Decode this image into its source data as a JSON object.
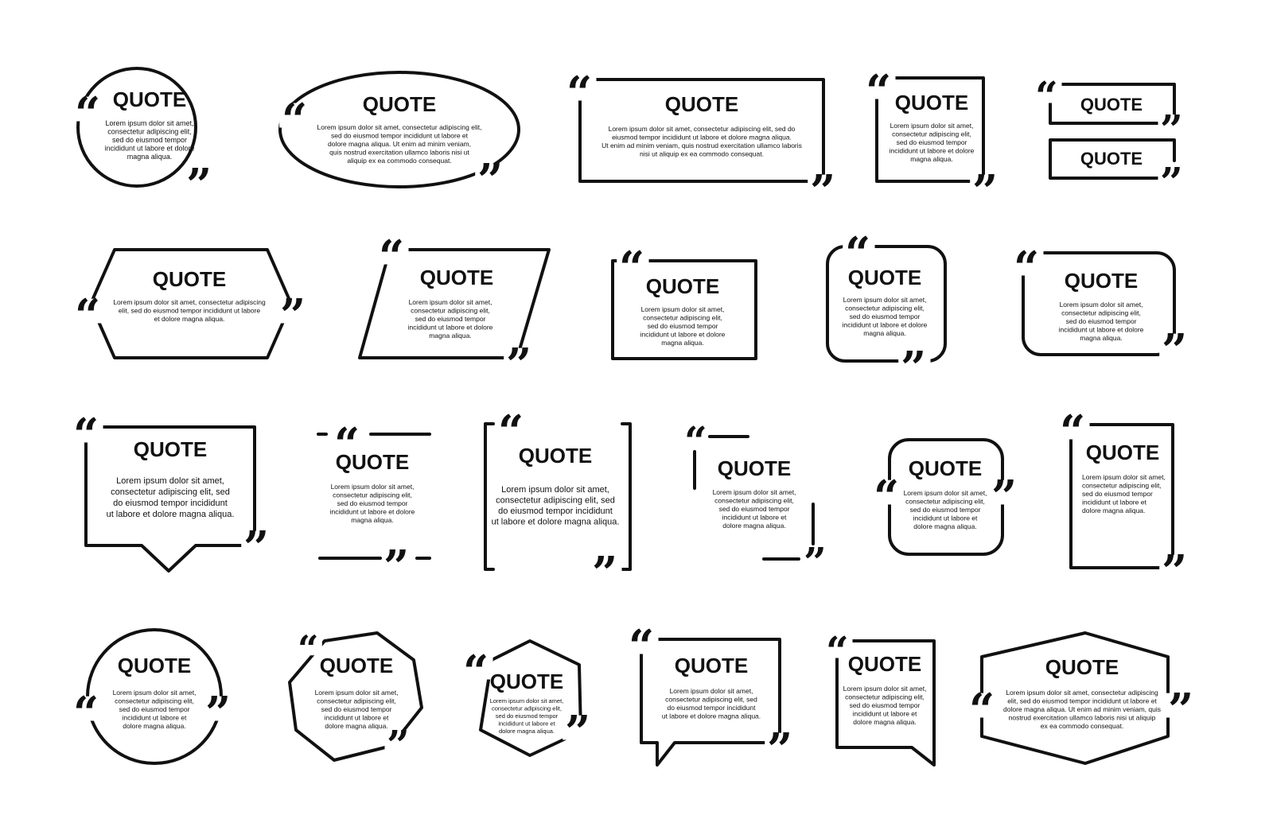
{
  "colors": {
    "stroke": "#111111",
    "text": "#111111",
    "background": "#ffffff"
  },
  "marks": {
    "open": "“",
    "close": "”"
  },
  "texts": {
    "title": "QUOTE",
    "circle_1": [
      "Lorem ipsum dolor sit amet,",
      "consectetur adipiscing elit,",
      "sed do eiusmod tempor",
      "incididunt ut labore et dolore",
      "magna aliqua."
    ],
    "ellipse_1": [
      "Lorem ipsum dolor sit amet, consectetur adipiscing elit,",
      "sed do eiusmod tempor incididunt ut labore et",
      "dolore magna aliqua. Ut enim ad minim veniam,",
      "quis nostrud exercitation ullamco laboris nisi ut",
      "aliquip ex ea commodo consequat."
    ],
    "rect_wide": [
      "Lorem ipsum dolor sit amet, consectetur adipiscing elit, sed do",
      "eiusmod tempor incididunt ut labore et dolore magna aliqua.",
      "Ut enim ad minim veniam, quis nostrud exercitation ullamco laboris",
      "nisi ut aliquip ex ea commodo consequat."
    ],
    "rect_tall": [
      "Lorem ipsum dolor sit amet,",
      "consectetur adipiscing elit,",
      "sed do eiusmod tempor",
      "incididunt ut labore et dolore",
      "magna aliqua."
    ],
    "hexagon_wide": [
      "Lorem ipsum dolor sit amet, consectetur adipiscing",
      "elit, sed do eiusmod tempor incididunt ut labore",
      "et dolore magna aliqua."
    ],
    "four_line": [
      "Lorem ipsum dolor sit amet,",
      "consectetur adipiscing elit, sed",
      "do eiusmod tempor incididunt",
      "ut labore et dolore magna aliqua."
    ],
    "five_line": [
      "Lorem ipsum dolor sit amet,",
      "consectetur adipiscing elit,",
      "sed do eiusmod tempor",
      "incididunt ut labore et",
      "dolore magna aliqua."
    ],
    "large_four": [
      "Lorem ipsum dolor sit amet,",
      "consectetur adipiscing elit, sed",
      "do eiusmod tempor incididunt",
      "ut labore et dolore magna aliqua."
    ],
    "hexagon_bottom": [
      "Lorem ipsum dolor sit amet,",
      "consectetur adipiscing elit,",
      "sed do eiusmod tempor",
      "incididunt ut labore et",
      "dolore magna aliqua."
    ],
    "small_hex": [
      "Lorem ipsum dolor sit amet,",
      "consectetur adipiscing elit,",
      "sed do eiusmod tempor",
      "incididunt ut labore et",
      "dolore magna aliqua."
    ],
    "chat_bottom": [
      "Lorem ipsum dolor sit amet,",
      "consectetur adipiscing elit, sed",
      "do eiusmod tempor incididunt",
      "ut labore et dolore magna aliqua."
    ],
    "octagon_wide": [
      "Lorem ipsum dolor sit amet, consectetur adipiscing",
      "elit, sed do eiusmod tempor incididunt ut labore et",
      "dolore magna aliqua. Ut enim ad minim veniam, quis",
      "nostrud exercitation ullamco laboris nisi ut aliquip",
      "ex ea commodo consequat."
    ]
  },
  "frames": [
    {
      "name": "circle-quote-frame",
      "shape": "circle",
      "text": "circle_1"
    },
    {
      "name": "ellipse-quote-frame",
      "shape": "ellipse",
      "text": "ellipse_1"
    },
    {
      "name": "wide-rectangle-quote-frame",
      "shape": "rectangle",
      "text": "rect_wide"
    },
    {
      "name": "tall-rectangle-quote-frame",
      "shape": "rectangle",
      "text": "rect_tall"
    },
    {
      "name": "banner-quote-top",
      "shape": "banner",
      "text": null
    },
    {
      "name": "banner-quote-bottom",
      "shape": "banner",
      "text": null
    },
    {
      "name": "hexagon-quote-frame",
      "shape": "hexagon",
      "text": "hexagon_wide"
    },
    {
      "name": "parallelogram-quote-frame",
      "shape": "parallelogram",
      "text": "rect_tall"
    },
    {
      "name": "square-quote-frame",
      "shape": "rectangle",
      "text": "rect_tall"
    },
    {
      "name": "rounded-square-quote-frame",
      "shape": "rounded-rectangle",
      "text": "rect_tall"
    },
    {
      "name": "rounded-wide-quote-frame",
      "shape": "rounded-rectangle",
      "text": "rect_tall"
    },
    {
      "name": "speech-bubble-quote-frame",
      "shape": "speech-bubble",
      "text": "four_line"
    },
    {
      "name": "lined-quote-frame",
      "shape": "lines",
      "text": "rect_tall"
    },
    {
      "name": "bracket-quote-frame",
      "shape": "brackets",
      "text": "large_four"
    },
    {
      "name": "corner-quote-frame",
      "shape": "corners",
      "text": "five_line"
    },
    {
      "name": "rounded-side-quote-frame",
      "shape": "rounded-rectangle",
      "text": "five_line"
    },
    {
      "name": "portrait-quote-frame",
      "shape": "rectangle",
      "text": "five_line"
    },
    {
      "name": "circle-quote-frame-2",
      "shape": "circle",
      "text": "five_line"
    },
    {
      "name": "octagon-quote-frame",
      "shape": "octagon",
      "text": "hexagon_bottom"
    },
    {
      "name": "small-hexagon-quote-frame",
      "shape": "hexagon",
      "text": "small_hex"
    },
    {
      "name": "chat-bubble-quote-frame",
      "shape": "speech-bubble",
      "text": "chat_bottom"
    },
    {
      "name": "chat-bubble-small-quote-frame",
      "shape": "speech-bubble",
      "text": "five_line"
    },
    {
      "name": "wide-octagon-quote-frame",
      "shape": "octagon",
      "text": "octagon_wide"
    }
  ]
}
